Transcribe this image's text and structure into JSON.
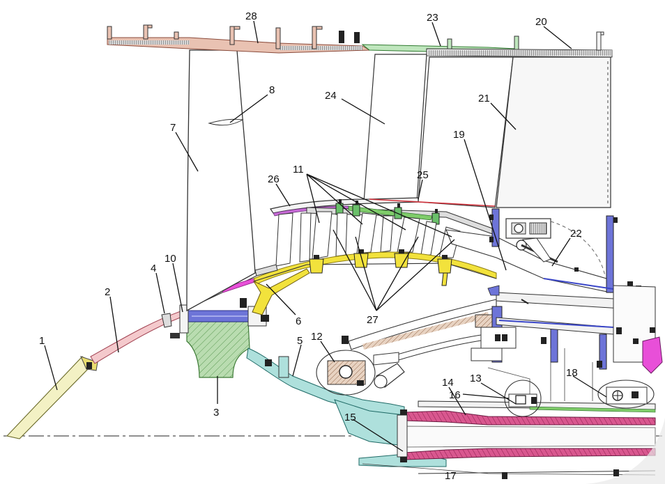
{
  "labels": {
    "l1": "1",
    "l2": "2",
    "l3": "3",
    "l4": "4",
    "l5": "5",
    "l6": "6",
    "l7": "7",
    "l8": "8",
    "l10": "10",
    "l11": "11",
    "l12": "12",
    "l13": "13",
    "l14": "14",
    "l15": "15",
    "l16": "16",
    "l17": "17",
    "l18": "18",
    "l19": "19",
    "l20": "20",
    "l21": "21",
    "l22": "22",
    "l23": "23",
    "l24": "24",
    "l25": "25",
    "l26": "26",
    "l27": "27",
    "l28": "28"
  },
  "colors": {
    "nose_cone": "#f3f1c4",
    "spinner": "#f4c9cc",
    "disk": "#b9dcb0",
    "fan_case": "#e9c2b2",
    "green_case": "#bfe6bd",
    "ring_yellow": "#f2e23c",
    "blue_part": "#6d74d8",
    "cyan_frame": "#aee0dc",
    "shaft_pink": "#d9578f",
    "magenta": "#e84fd8",
    "bearing": "#c8b09a"
  }
}
